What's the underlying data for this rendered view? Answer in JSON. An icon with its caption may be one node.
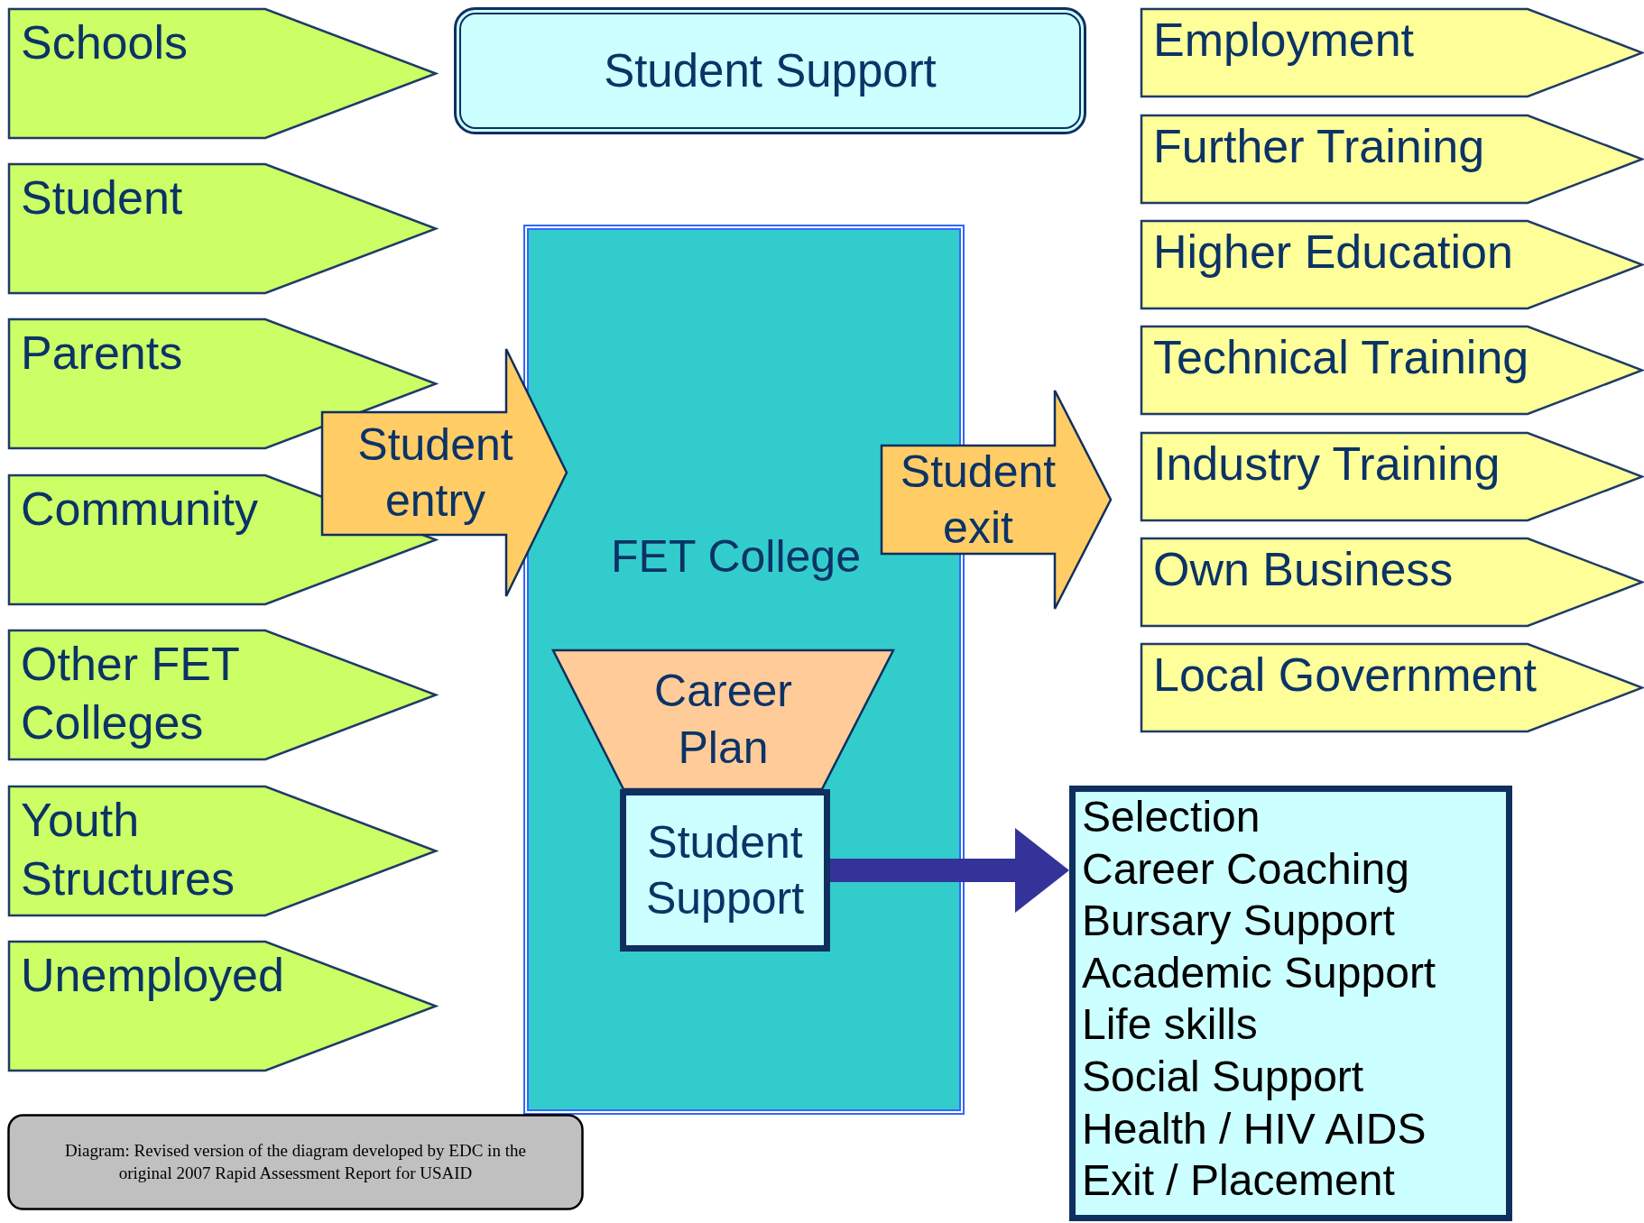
{
  "diagram": {
    "nodes": [
      {
        "text": [
          "Schools"
        ]
      },
      {
        "text": [
          "Student"
        ]
      },
      {
        "text": [
          "Parents"
        ]
      },
      {
        "text": [
          "Community"
        ]
      },
      {
        "text": [
          "Other FET Colleges"
        ]
      },
      {
        "text": [
          "Youth Structures"
        ]
      },
      {
        "text": [
          "Unemployed"
        ]
      },
      {
        "text": [
          "Student Support"
        ]
      },
      {
        "text": [
          "FET College"
        ]
      },
      {
        "text": [
          "Career Plan"
        ],
        "in": 8
      },
      {
        "text": [
          "Student Support"
        ],
        "in": 8
      },
      {
        "text": [
          "Student entry"
        ]
      },
      {
        "text": [
          "Student exit"
        ]
      },
      {
        "text": [
          "Employment"
        ]
      },
      {
        "text": [
          "Further Training"
        ]
      },
      {
        "text": [
          "Higher Education"
        ]
      },
      {
        "text": [
          "Technical Training"
        ]
      },
      {
        "text": [
          "Industry Training"
        ]
      },
      {
        "text": [
          "Own Business"
        ]
      },
      {
        "text": [
          "Local Government"
        ]
      },
      {
        "text": [
          "Selection",
          "Career Coaching",
          "Bursary Support",
          "Academic Support",
          "Life skills",
          "Social Support",
          "Health / HIV AIDS",
          "Exit / Placement"
        ]
      },
      {
        "text": [
          "Diagram: Revised version of the diagram developed by EDC in the original 2007 Rapid Assessment Report for USAID"
        ]
      }
    ],
    "edges": [
      {
        "from": 10,
        "to": 20,
        "arrow": "to"
      }
    ]
  }
}
